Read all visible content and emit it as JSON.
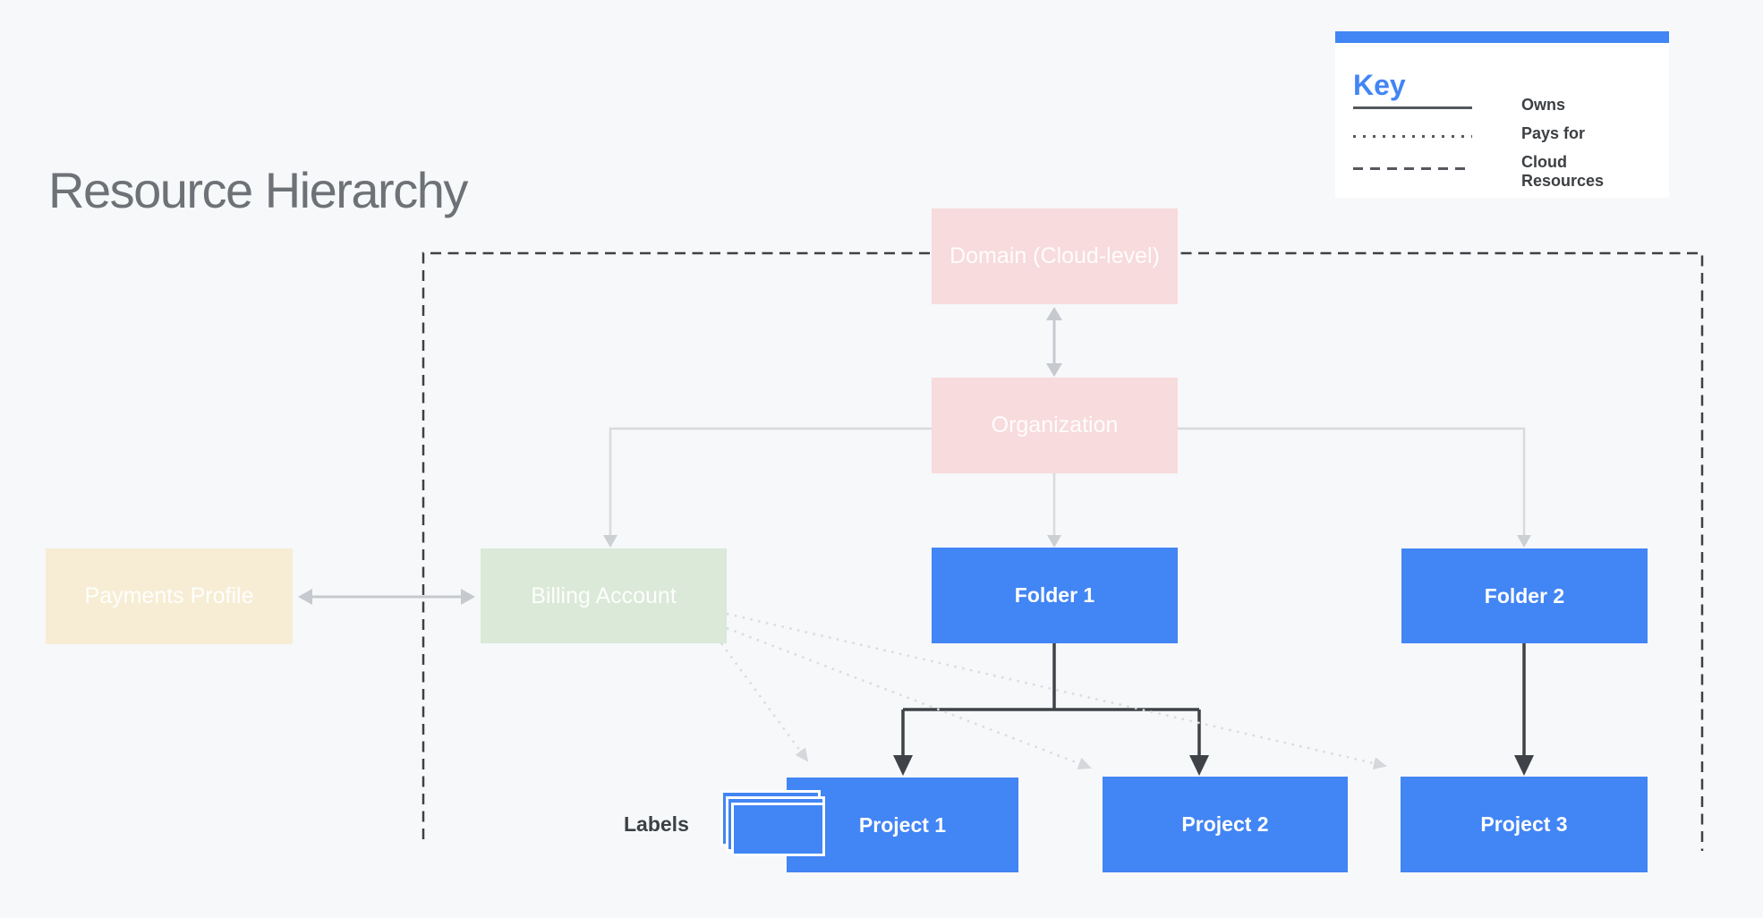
{
  "title": "Resource Hierarchy",
  "key": {
    "heading": "Key",
    "items": [
      {
        "style": "solid",
        "label": "Owns"
      },
      {
        "style": "dotted",
        "label": "Pays for"
      },
      {
        "style": "dashed",
        "label": "Cloud Resources"
      }
    ]
  },
  "nodes": {
    "domain": {
      "label": "Domain (Cloud-level)",
      "color": "#f8dbdc"
    },
    "organization": {
      "label": "Organization",
      "color": "#f8dbdc"
    },
    "payments_profile": {
      "label": "Payments Profile",
      "color": "#f7edd5"
    },
    "billing_account": {
      "label": "Billing Account",
      "color": "#dbe9d8"
    },
    "folder1": {
      "label": "Folder 1",
      "color": "#4285f4"
    },
    "folder2": {
      "label": "Folder 2",
      "color": "#4285f4"
    },
    "project1": {
      "label": "Project 1",
      "color": "#4285f4"
    },
    "project2": {
      "label": "Project 2",
      "color": "#4285f4"
    },
    "project3": {
      "label": "Project 3",
      "color": "#4285f4"
    }
  },
  "annotations": {
    "labels_caption": "Labels"
  },
  "edges": [
    {
      "from": "Domain (Cloud-level)",
      "to": "Organization",
      "type": "owns",
      "bidirectional": true
    },
    {
      "from": "Payments Profile",
      "to": "Billing Account",
      "type": "owns",
      "bidirectional": true
    },
    {
      "from": "Organization",
      "to": "Billing Account",
      "type": "owns"
    },
    {
      "from": "Organization",
      "to": "Folder 1",
      "type": "owns"
    },
    {
      "from": "Organization",
      "to": "Folder 2",
      "type": "owns"
    },
    {
      "from": "Folder 1",
      "to": "Project 1",
      "type": "owns"
    },
    {
      "from": "Folder 1",
      "to": "Project 2",
      "type": "owns"
    },
    {
      "from": "Folder 2",
      "to": "Project 3",
      "type": "owns"
    },
    {
      "from": "Billing Account",
      "to": "Project 1",
      "type": "pays_for"
    },
    {
      "from": "Billing Account",
      "to": "Project 2",
      "type": "pays_for"
    },
    {
      "from": "Billing Account",
      "to": "Project 3",
      "type": "pays_for"
    }
  ],
  "boundary": {
    "label": "Cloud Resources",
    "style": "dashed"
  },
  "colors": {
    "background": "#f6f8fa",
    "accent_blue": "#4285f4",
    "dark_line": "#3f4246",
    "gray_line": "#c6c9cd",
    "light_dotted": "#d9dbde"
  }
}
